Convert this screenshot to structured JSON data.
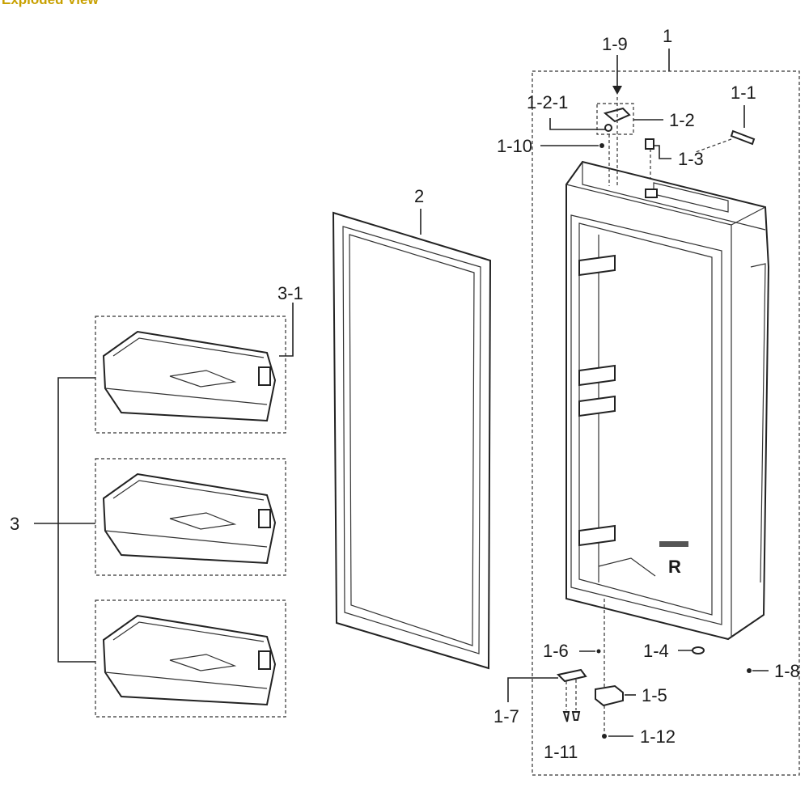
{
  "header": {
    "title": "Exploded View"
  },
  "labels": {
    "p1": "1",
    "p1_1": "1-1",
    "p1_2": "1-2",
    "p1_2_1": "1-2-1",
    "p1_3": "1-3",
    "p1_4": "1-4",
    "p1_5": "1-5",
    "p1_6": "1-6",
    "p1_7": "1-7",
    "p1_8": "1-8",
    "p1_9": "1-9",
    "p1_10": "1-10",
    "p1_11": "1-11",
    "p1_12": "1-12",
    "p2": "2",
    "p3": "3",
    "p3_1": "3-1",
    "door_mark": "R"
  },
  "colors": {
    "line": "#222222",
    "header": "#c8a000",
    "background": "#ffffff"
  }
}
